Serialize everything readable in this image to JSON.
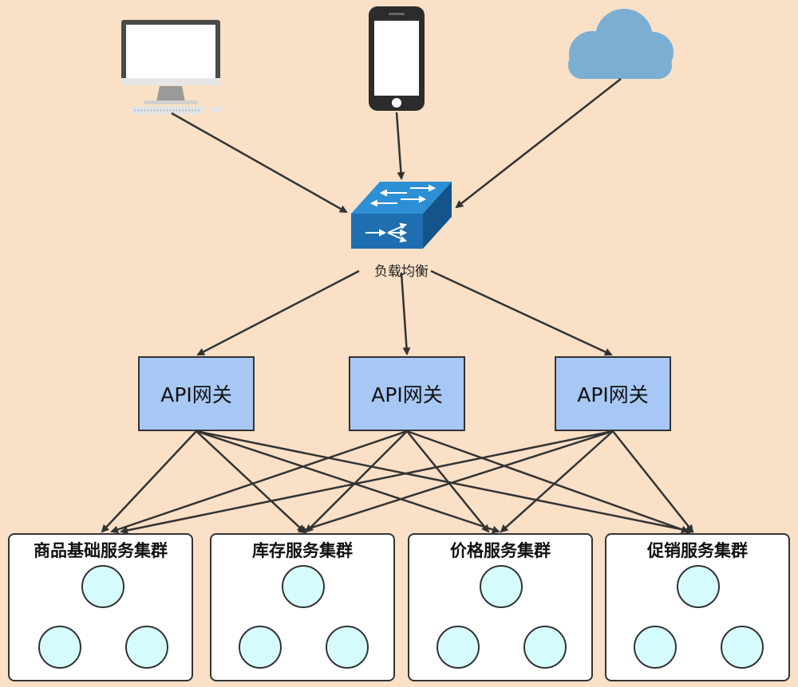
{
  "load_balancer": {
    "label": "负载均衡"
  },
  "gateways": [
    {
      "label": "API网关"
    },
    {
      "label": "API网关"
    },
    {
      "label": "API网关"
    }
  ],
  "clusters": [
    {
      "title": "商品基础服务集群"
    },
    {
      "title": "库存服务集群"
    },
    {
      "title": "价格服务集群"
    },
    {
      "title": "促销服务集群"
    }
  ],
  "colors": {
    "background": "#f9e0c6",
    "gateway_fill": "#a7c8f5",
    "node_fill": "#d6fbfd",
    "switch_blue": "#1f6fb0",
    "cloud_blue": "#7aaed3"
  },
  "icons": [
    "desktop-computer-icon",
    "smartphone-icon",
    "cloud-icon",
    "network-switch-icon"
  ]
}
